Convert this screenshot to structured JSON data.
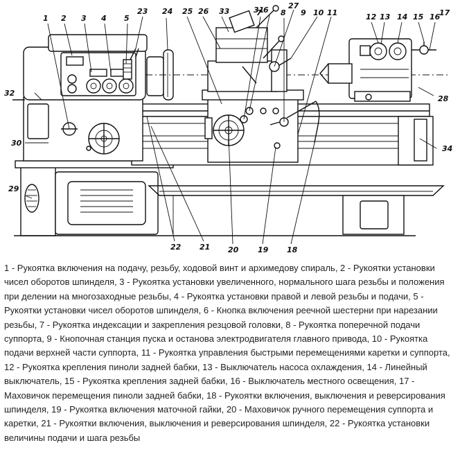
{
  "callouts": [
    "1",
    "2",
    "3",
    "4",
    "5",
    "6",
    "7",
    "8",
    "9",
    "10",
    "11",
    "12",
    "13",
    "14",
    "15",
    "16",
    "17",
    "18",
    "19",
    "20",
    "21",
    "22",
    "23",
    "24",
    "25",
    "26",
    "27",
    "28",
    "29",
    "30",
    "31",
    "32",
    "33",
    "34"
  ],
  "legend": "1 - Рукоятка включения на подачу, резьбу, ходовой винт и архимедову спираль, 2 - Рукоятки установки чисел оборотов шпинделя, 3 - Рукоятка установки увеличенного, нормального шага резьбы и положения при делении на многозаходные резьбы, 4 - Рукоятка установки правой и левой резьбы и подачи, 5 - Рукоятки установки чисел оборотов шпинделя, 6 - Кнопка включения реечной шестерни при нарезании резьбы, 7 - Рукоятка индексации и закрепления резцовой головки, 8 - Рукоятка поперечной подачи суппорта, 9 - Кнопочная станция пуска и останова электродвигателя главного привода, 10 - Рукоятка подачи верхней части суппорта, 11 - Рукоятка управления быстрыми перемещениями каретки и суппорта, 12 - Рукоятка крепления пиноли задней бабки, 13 - Выключатель насоса охлаждения, 14 - Линейный выключатель, 15 - Рукоятка крепления задней бабки, 16 - Выключатель местного освещения, 17 - Маховичок перемещения пиноли задней бабки, 18 - Рукоятки включения, выключения и реверсирования шпинделя, 19 - Рукоятка включения маточной гайки, 20 - Маховичок ручного перемещения суппорта и каретки, 21 - Рукоятки включения, выключения и реверсирования шпинделя, 22 - Рукоятка установки величины подачи и шага резьбы"
}
